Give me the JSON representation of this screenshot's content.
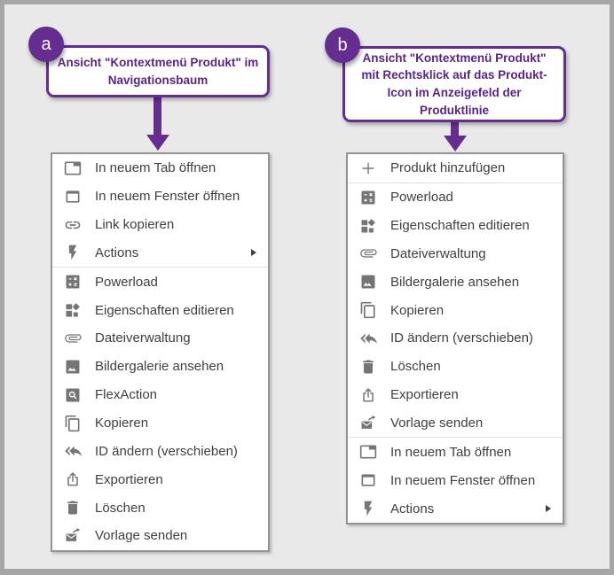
{
  "colors": {
    "accent_purple": "#662d91",
    "callout_text": "#5b2487",
    "menu_text": "#3f3f3f",
    "icon_gray": "#757575",
    "background": "#e9e9e9",
    "frame_border": "#a6a6a6"
  },
  "callouts": {
    "a": {
      "badge": "a",
      "text": "Ansicht \"Kontextmenü Produkt\" im Navigationsbaum"
    },
    "b": {
      "badge": "b",
      "text": "Ansicht \"Kontextmenü Produkt\" mit Rechtsklick auf das Produkt-Icon im Anzeigefeld der Produktlinie"
    }
  },
  "menus": {
    "a": {
      "title": "Kontextmenü Produkt im Navigationsbaum",
      "items": [
        {
          "label": "In neuem Tab öffnen",
          "icon": "tab-icon"
        },
        {
          "label": "In neuem Fenster öffnen",
          "icon": "window-icon"
        },
        {
          "label": "Link kopieren",
          "icon": "link-icon"
        },
        {
          "label": "Actions",
          "icon": "lightning-bolt-icon",
          "submenu": true
        },
        {
          "separator": true
        },
        {
          "label": "Powerload",
          "icon": "calculator-icon"
        },
        {
          "label": "Eigenschaften editieren",
          "icon": "properties-icon"
        },
        {
          "label": "Dateiverwaltung",
          "icon": "paperclip-icon"
        },
        {
          "label": "Bildergalerie ansehen",
          "icon": "image-icon"
        },
        {
          "label": "FlexAction",
          "icon": "search-box-icon"
        },
        {
          "label": "Kopieren",
          "icon": "copy-icon"
        },
        {
          "label": "ID ändern (verschieben)",
          "icon": "reply-all-icon"
        },
        {
          "label": "Exportieren",
          "icon": "export-icon"
        },
        {
          "label": "Löschen",
          "icon": "trash-icon"
        },
        {
          "label": "Vorlage senden",
          "icon": "send-mail-icon"
        }
      ]
    },
    "b": {
      "title": "Kontextmenü Produkt im Anzeigefeld der Produktlinie",
      "items": [
        {
          "label": "Produkt hinzufügen",
          "icon": "plus-icon"
        },
        {
          "separator": true
        },
        {
          "label": "Powerload",
          "icon": "calculator-icon"
        },
        {
          "label": "Eigenschaften editieren",
          "icon": "properties-icon"
        },
        {
          "label": "Dateiverwaltung",
          "icon": "paperclip-icon"
        },
        {
          "label": "Bildergalerie ansehen",
          "icon": "image-icon"
        },
        {
          "label": "Kopieren",
          "icon": "copy-icon"
        },
        {
          "label": "ID ändern (verschieben)",
          "icon": "reply-all-icon"
        },
        {
          "label": "Löschen",
          "icon": "trash-icon"
        },
        {
          "label": "Exportieren",
          "icon": "export-icon"
        },
        {
          "label": "Vorlage senden",
          "icon": "send-mail-icon"
        },
        {
          "separator": true
        },
        {
          "label": "In neuem Tab öffnen",
          "icon": "tab-icon"
        },
        {
          "label": "In neuem Fenster öffnen",
          "icon": "window-icon"
        },
        {
          "label": "Actions",
          "icon": "lightning-bolt-icon",
          "submenu": true
        }
      ]
    }
  }
}
